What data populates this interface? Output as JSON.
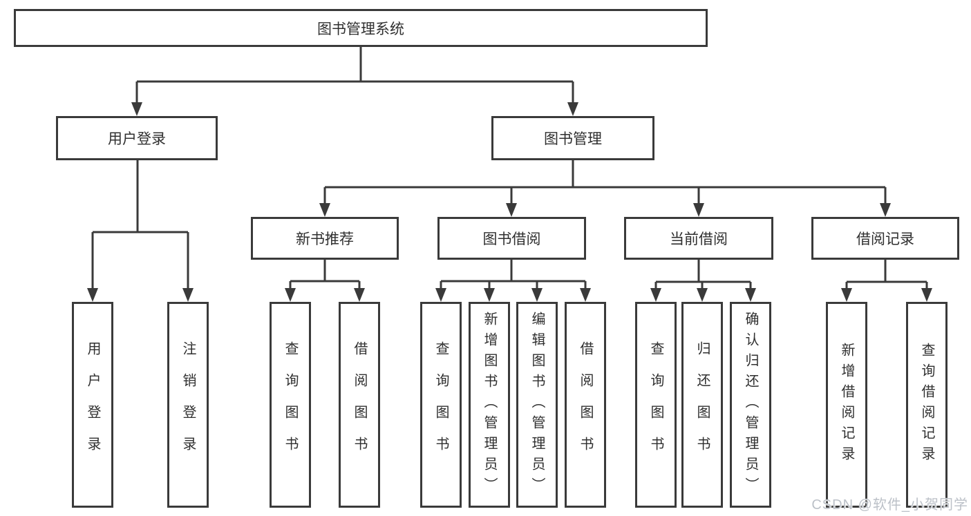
{
  "title": {
    "label": "图书管理系统"
  },
  "level2": [
    {
      "label": "用户登录"
    },
    {
      "label": "图书管理"
    }
  ],
  "level3": [
    {
      "label": "新书推荐"
    },
    {
      "label": "图书借阅"
    },
    {
      "label": "当前借阅"
    },
    {
      "label": "借阅记录"
    }
  ],
  "leaves": [
    {
      "label": "用户登录"
    },
    {
      "label": "注销登录"
    },
    {
      "label": "查询图书"
    },
    {
      "label": "借阅图书"
    },
    {
      "label": "查询图书"
    },
    {
      "label": "新增图书（管理员）"
    },
    {
      "label": "编辑图书（管理员）"
    },
    {
      "label": "借阅图书"
    },
    {
      "label": "查询图书"
    },
    {
      "label": "归还图书"
    },
    {
      "label": "确认归还（管理员）"
    },
    {
      "label": "新增借阅记录"
    },
    {
      "label": "查询借阅记录"
    }
  ],
  "watermark": {
    "label": "CSDN @软件_小贺同学"
  },
  "colors": {
    "line": "#3a3a3a",
    "text": "#2f2f2f",
    "box_bg": "#ffffff",
    "watermark": "#bcc1c8"
  }
}
